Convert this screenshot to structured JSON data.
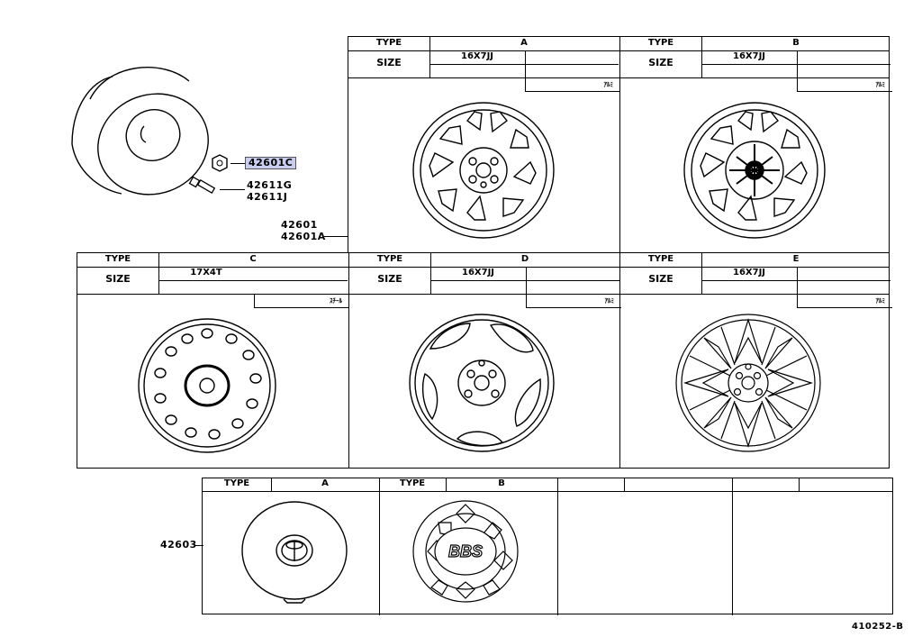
{
  "callouts": {
    "nut": "42601C",
    "valve_1": "42611G",
    "valve_2": "42611J",
    "wheel_1": "42601",
    "wheel_2": "42601A",
    "cap": "42603"
  },
  "type_label": "TYPE",
  "size_label": "SIZE",
  "wheels": [
    {
      "type": "A",
      "size": "16X7JJ",
      "material": "ｱﾙﾐ"
    },
    {
      "type": "B",
      "size": "16X7JJ",
      "material": "ｱﾙﾐ"
    },
    {
      "type": "C",
      "size": "17X4T",
      "material": "ｽﾁｰﾙ"
    },
    {
      "type": "D",
      "size": "16X7JJ",
      "material": "ｱﾙﾐ"
    },
    {
      "type": "E",
      "size": "16X7JJ",
      "material": "ｱﾙﾐ"
    }
  ],
  "caps": [
    {
      "type": "A",
      "badge": ""
    },
    {
      "type": "B",
      "badge": "BBS"
    }
  ],
  "diagram_number": "410252-B"
}
